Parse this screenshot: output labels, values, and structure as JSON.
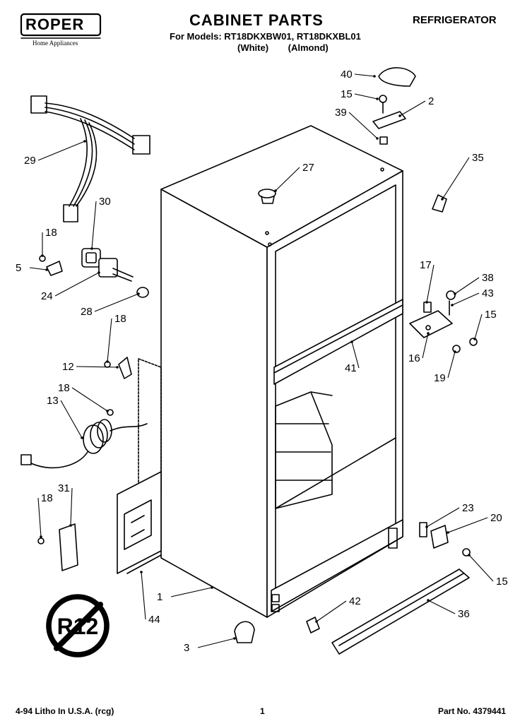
{
  "header": {
    "brand": "ROPER",
    "brand_tagline": "Home Appliances",
    "title": "CABINET PARTS",
    "models_line": "For Models: RT18DKXBW01, RT18DKXBL01",
    "color_white": "(White)",
    "color_almond": "(Almond)",
    "product": "REFRIGERATOR"
  },
  "footer": {
    "print_info": "4-94 Litho In U.S.A. (rcg)",
    "page": "1",
    "part_no": "Part No. 4379441"
  },
  "badge": {
    "text": "R12"
  },
  "parts": [
    {
      "id": "p40",
      "label": "40"
    },
    {
      "id": "p15a",
      "label": "15"
    },
    {
      "id": "p2",
      "label": "2"
    },
    {
      "id": "p39",
      "label": "39"
    },
    {
      "id": "p35",
      "label": "35"
    },
    {
      "id": "p27",
      "label": "27"
    },
    {
      "id": "p29",
      "label": "29"
    },
    {
      "id": "p30",
      "label": "30"
    },
    {
      "id": "p18a",
      "label": "18"
    },
    {
      "id": "p5",
      "label": "5"
    },
    {
      "id": "p24",
      "label": "24"
    },
    {
      "id": "p28",
      "label": "28"
    },
    {
      "id": "p18b",
      "label": "18"
    },
    {
      "id": "p12",
      "label": "12"
    },
    {
      "id": "p18c",
      "label": "18"
    },
    {
      "id": "p13",
      "label": "13"
    },
    {
      "id": "p17",
      "label": "17"
    },
    {
      "id": "p38",
      "label": "38"
    },
    {
      "id": "p43",
      "label": "43"
    },
    {
      "id": "p15b",
      "label": "15"
    },
    {
      "id": "p16",
      "label": "16"
    },
    {
      "id": "p19",
      "label": "19"
    },
    {
      "id": "p41",
      "label": "41"
    },
    {
      "id": "p18d",
      "label": "18"
    },
    {
      "id": "p31",
      "label": "31"
    },
    {
      "id": "p23",
      "label": "23"
    },
    {
      "id": "p20",
      "label": "20"
    },
    {
      "id": "p15c",
      "label": "15"
    },
    {
      "id": "p1",
      "label": "1"
    },
    {
      "id": "p44",
      "label": "44"
    },
    {
      "id": "p42",
      "label": "42"
    },
    {
      "id": "p36",
      "label": "36"
    },
    {
      "id": "p3",
      "label": "3"
    }
  ]
}
